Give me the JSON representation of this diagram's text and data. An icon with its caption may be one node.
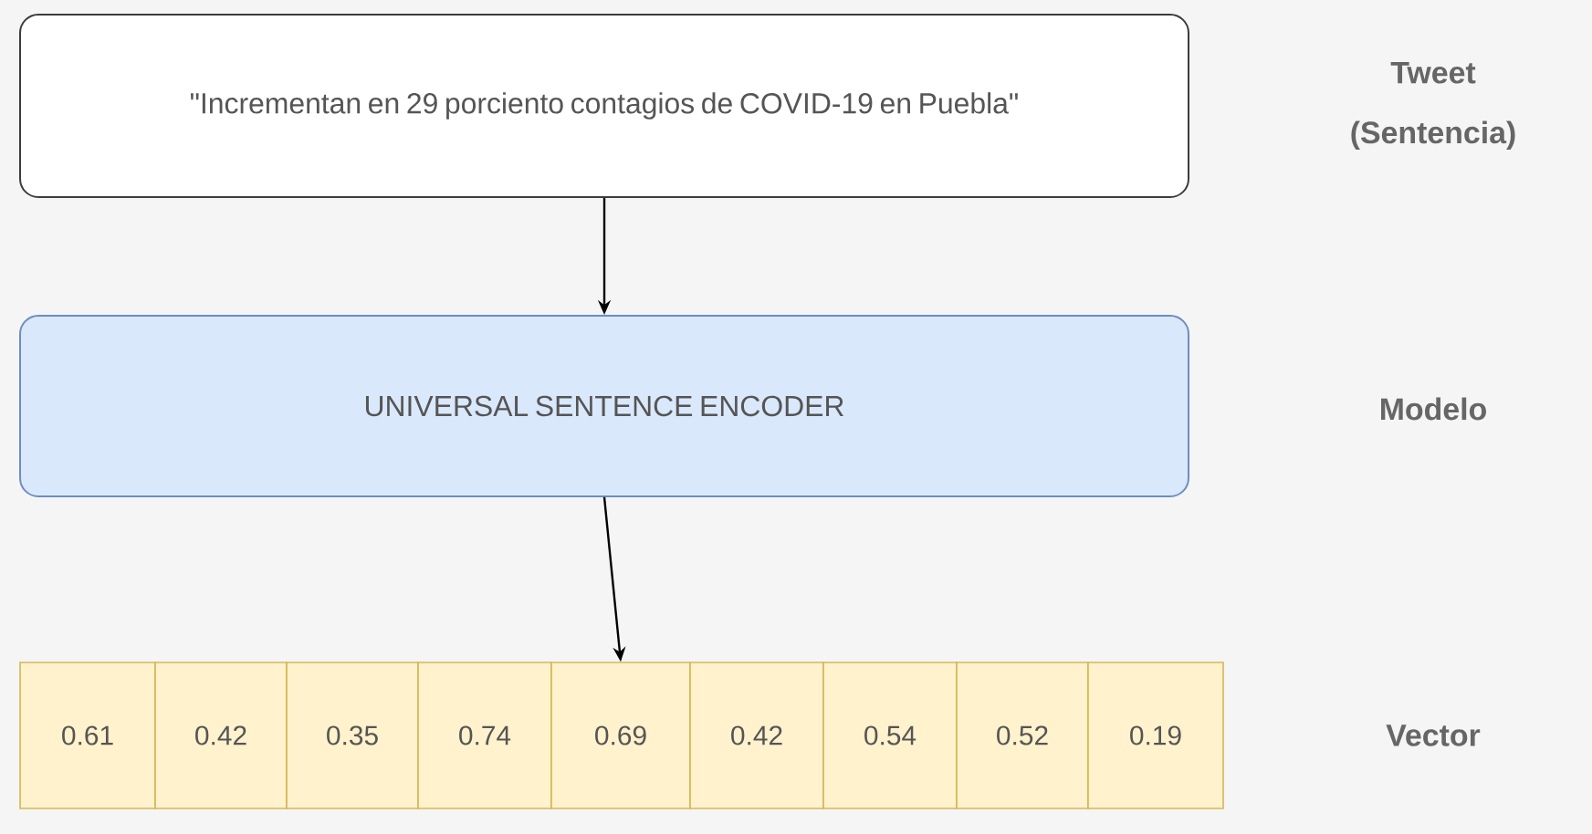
{
  "diagram": {
    "nodes": [
      {
        "text": [
          "\"Incrementan en 29 porciento contagios de COVID-19 en Puebla\""
        ]
      },
      {
        "text": [
          "UNIVERSAL SENTENCE ENCODER"
        ]
      },
      {
        "text": [
          "0.61"
        ]
      },
      {
        "text": [
          "0.42"
        ]
      },
      {
        "text": [
          "0.35"
        ]
      },
      {
        "text": [
          "0.74"
        ]
      },
      {
        "text": [
          "0.69"
        ]
      },
      {
        "text": [
          "0.42"
        ]
      },
      {
        "text": [
          "0.54"
        ]
      },
      {
        "text": [
          "0.52"
        ]
      },
      {
        "text": [
          "0.19"
        ]
      }
    ],
    "edges": [
      {
        "from": 0,
        "to": 1,
        "arrow": "to"
      },
      {
        "from": 1,
        "to": 6,
        "arrow": "to"
      }
    ],
    "labels": [
      "Tweet (Sentencia)",
      "Modelo",
      "Vector"
    ]
  }
}
